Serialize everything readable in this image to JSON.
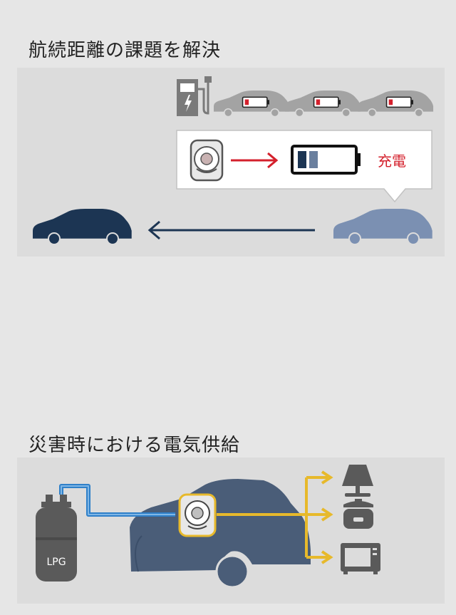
{
  "section1": {
    "title": "航続距離の課題を解決",
    "charge_label": "充電"
  },
  "section2": {
    "title": "災害時における電気供給",
    "tank_label": "LPG"
  },
  "colors": {
    "background": "#e6e6e6",
    "panel": "#dcdcdc",
    "navy_car": "#1c3553",
    "light_car": "#7b90b2",
    "grey_car": "#a3a3a3",
    "red": "#d4202c",
    "fuel_line": "#2f80c9",
    "power_line": "#e7b92b",
    "appliance": "#5a5a5a"
  },
  "icons": [
    "charging-station-icon",
    "rotary-engine-icon",
    "battery-icon",
    "car-icon",
    "lpg-tank-icon",
    "lamp-icon",
    "rice-cooker-icon",
    "microwave-icon"
  ]
}
